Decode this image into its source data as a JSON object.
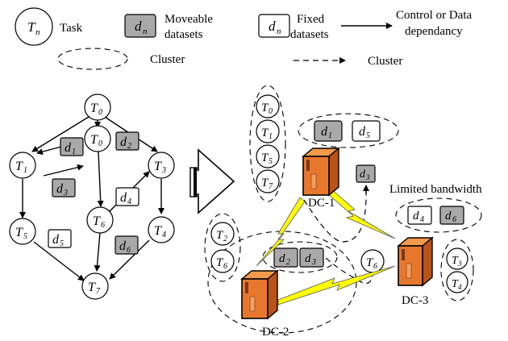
{
  "legend": {
    "task_symbol": "T",
    "task_sub": "n",
    "task_label": "Task",
    "movable_symbol": "d",
    "movable_sub": "n",
    "movable_label_1": "Moveable",
    "movable_label_2": "datasets",
    "fixed_symbol": "d",
    "fixed_sub": "n",
    "fixed_label_1": "Fixed",
    "fixed_label_2": "datasets",
    "control_label_1": "Control or Data",
    "control_label_2": "dependancy",
    "cluster_label_a": "Cluster",
    "cluster_label_b": "Cluster"
  },
  "workflow": {
    "tasks": [
      "0",
      "0",
      "1",
      "3",
      "4",
      "5",
      "6",
      "7"
    ],
    "datasets": {
      "d1": "1",
      "d2": "2",
      "d3": "3",
      "d4": "4",
      "d5": "5",
      "d6": "6"
    }
  },
  "clusters": {
    "c1_tasks": [
      "0",
      "1",
      "5",
      "7"
    ],
    "c1_fixed": [
      "1",
      "5"
    ],
    "c1_moved": "3",
    "dc1": "DC-1",
    "dc2": "DC-2",
    "dc3": "DC-3",
    "bandwidth": "Limited bandwidth",
    "bw_datasets": [
      "4",
      "6"
    ],
    "c2_tasks": [
      "2",
      "6"
    ],
    "c2_datasets": [
      "2",
      "3"
    ],
    "t6_alone": "6",
    "c3_tasks": [
      "3",
      "4"
    ]
  },
  "colors": {
    "server_body": "#e8772e",
    "server_dark": "#b85417",
    "lightning": "#ffff00",
    "moveable": "#a9a9a9"
  }
}
